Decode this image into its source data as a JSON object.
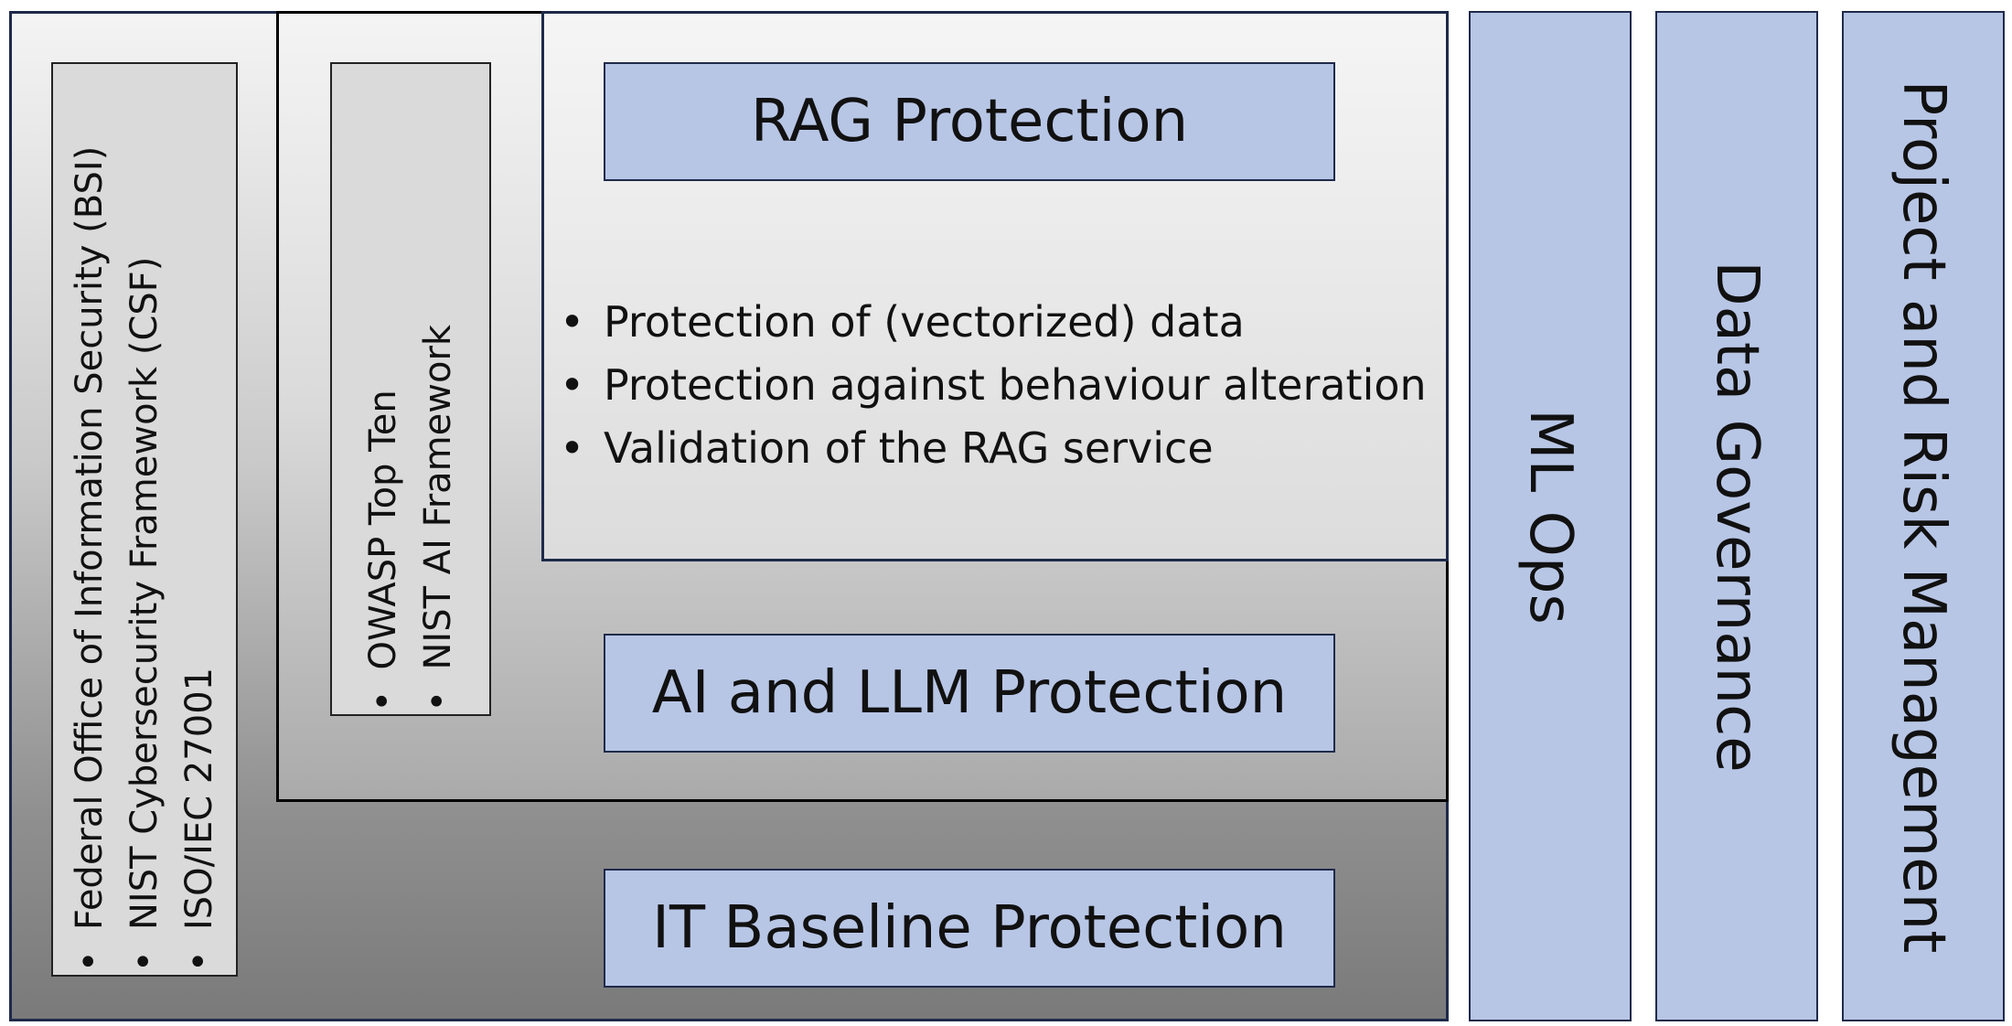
{
  "layers": {
    "rag": {
      "title": "RAG Protection",
      "bullets": [
        "Protection of (vectorized) data",
        "Protection against behaviour alteration",
        "Validation of the RAG service"
      ]
    },
    "ai": {
      "title": "AI and LLM Protection",
      "standards": [
        "OWASP Top Ten",
        "NIST AI Framework"
      ]
    },
    "it": {
      "title": "IT Baseline Protection",
      "standards": [
        "Federal Office of Information Security (BSI)",
        "NIST Cybersecurity Framework (CSF)",
        "ISO/IEC 27001"
      ]
    }
  },
  "pillars": [
    "ML Ops",
    "Data Governance",
    "Project and Risk Management"
  ],
  "colors": {
    "box_fill": "#b8c6e6",
    "border": "#1f2a4a"
  }
}
